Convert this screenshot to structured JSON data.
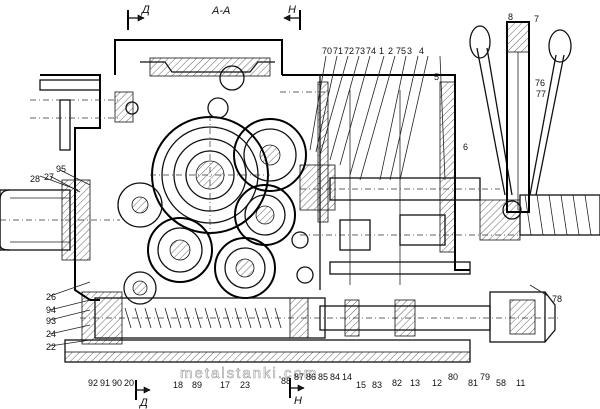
{
  "section": {
    "title": "А-А",
    "mark_left": "Д",
    "mark_right": "Н",
    "mark_bottom_left": "Д",
    "mark_bottom_mid": "Н"
  },
  "watermark": "metalstanki.com",
  "labels_top": [
    "70",
    "71",
    "72",
    "73",
    "74",
    "1",
    "2",
    "75",
    "3",
    "4",
    "5",
    "8",
    "7",
    "76",
    "77",
    "6"
  ],
  "labels_left": [
    "28",
    "27",
    "95",
    "26",
    "94",
    "93",
    "24",
    "22"
  ],
  "labels_right": [
    "78"
  ],
  "labels_bottom": [
    "92",
    "91",
    "90",
    "20",
    "18",
    "89",
    "17",
    "23",
    "88",
    "87",
    "86",
    "85",
    "84",
    "14",
    "15",
    "83",
    "82",
    "13",
    "12",
    "80",
    "81",
    "79",
    "58",
    "11"
  ]
}
